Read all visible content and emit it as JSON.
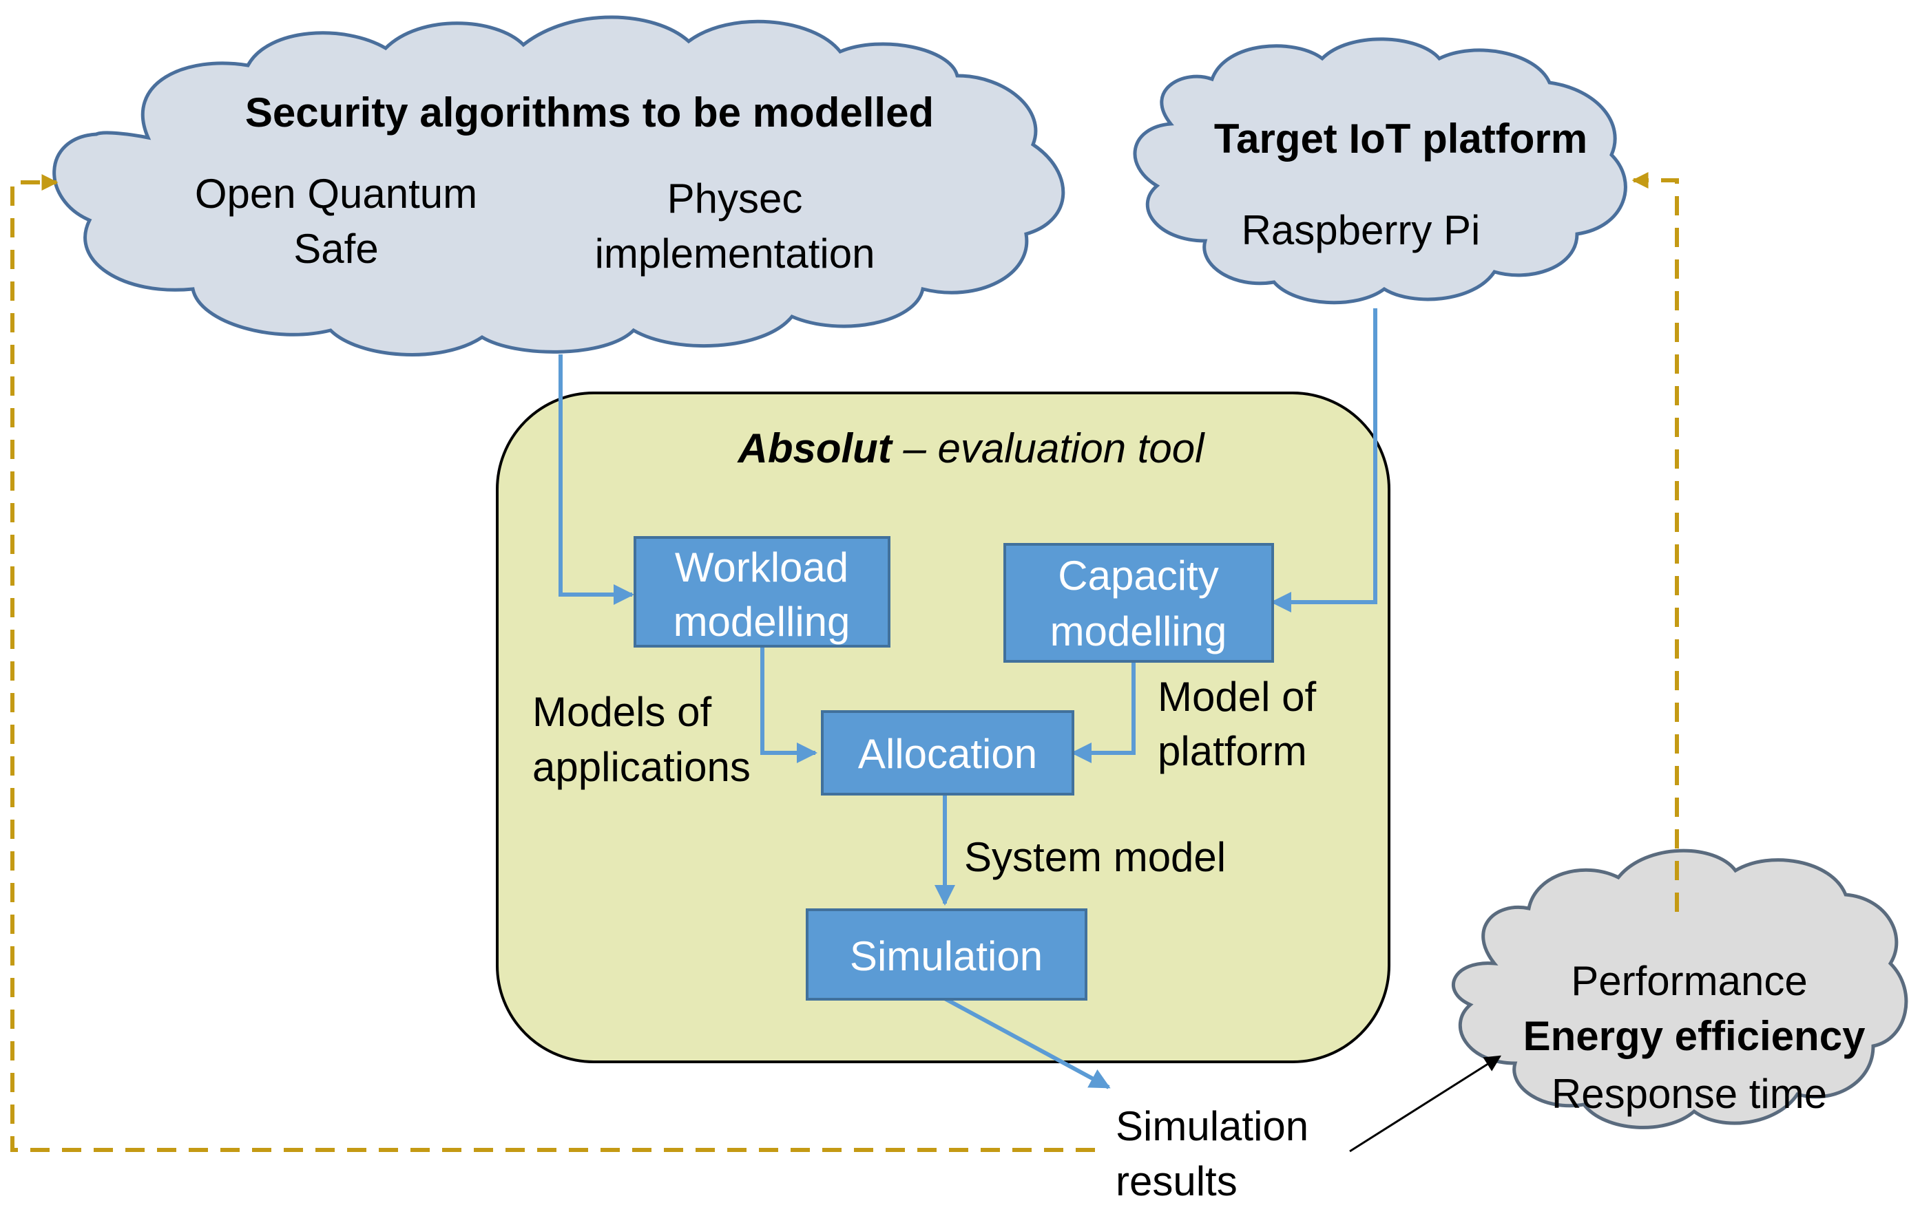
{
  "clouds": {
    "security": {
      "title": "Security algorithms to be modelled",
      "item1_line1": "Open Quantum",
      "item1_line2": "Safe",
      "item2_line1": "Physec",
      "item2_line2": "implementation"
    },
    "platform": {
      "title": "Target IoT platform",
      "item": "Raspberry Pi"
    },
    "metrics": {
      "line1": "Performance",
      "line2": "Energy efficiency",
      "line3": "Response time"
    }
  },
  "tool": {
    "title_bold": "Absolut",
    "title_rest": " – evaluation tool"
  },
  "boxes": {
    "workload_line1": "Workload",
    "workload_line2": "modelling",
    "capacity_line1": "Capacity",
    "capacity_line2": "modelling",
    "allocation": "Allocation",
    "simulation": "Simulation"
  },
  "labels": {
    "models_apps_line1": "Models of",
    "models_apps_line2": "applications",
    "model_platform_line1": "Model of",
    "model_platform_line2": "platform",
    "system_model": "System model",
    "results_line1": "Simulation",
    "results_line2": "results"
  },
  "colors": {
    "cloud_blue": "#d6dde7",
    "cloud_gray": "#dcdcdc",
    "tool_fill": "#e6e9b6",
    "box_fill": "#5b9bd5",
    "connector_blue": "#5b9bd5",
    "feedback_gold": "#c49a14"
  }
}
